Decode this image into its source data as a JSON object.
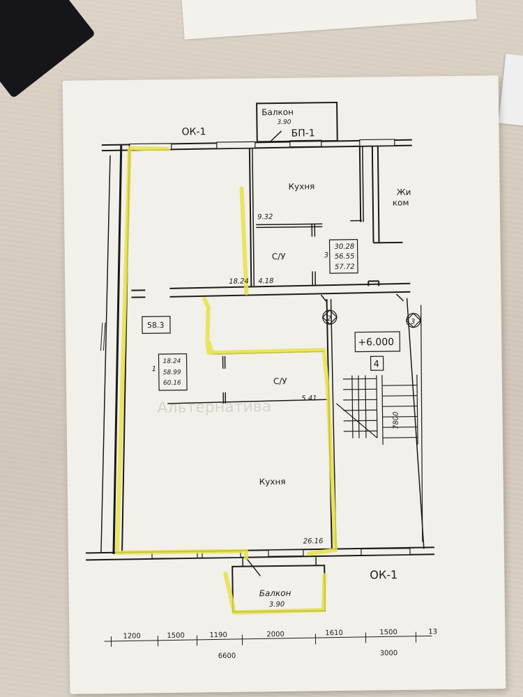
{
  "labels": {
    "balcony_top": "Балкон",
    "balcony_top_area": "3.90",
    "ok1_top": "ОК-1",
    "bp1": "БП-1",
    "kitchen_top": "Кухня",
    "room_partial_1": "Жи",
    "room_partial_2": "ком",
    "area_9_32": "9.32",
    "su_top": "С/У",
    "apt3_number": "3",
    "apt3_areas": [
      "30.28",
      "56.55",
      "57.72"
    ],
    "area_18_24": "18.24",
    "area_4_18": "4.18",
    "area_58_3": "58.3",
    "marker_2": "2",
    "marker_3": "3",
    "elevation": "+6.000",
    "stair_number": "4",
    "apt1_number": "1",
    "apt1_areas": [
      "18.24",
      "58.99",
      "60.16"
    ],
    "su_mid": "С/У",
    "area_5_41": "5.41",
    "dim_vertical": "7800",
    "kitchen_main": "Кухня",
    "area_26_16": "26.16",
    "ok1_bottom": "ОК-1",
    "balcony_bottom": "Балкон",
    "balcony_bottom_area": "3.90",
    "watermark": "Альтернатива",
    "dims_bottom": [
      "1200",
      "1500",
      "1190",
      "2000",
      "1610",
      "1500",
      "13"
    ],
    "dims_total": [
      "6600",
      "3000"
    ]
  },
  "colors": {
    "highlight": "#e7e24a",
    "ink": "#1a1a1a",
    "paper": "#f2f0ea"
  }
}
